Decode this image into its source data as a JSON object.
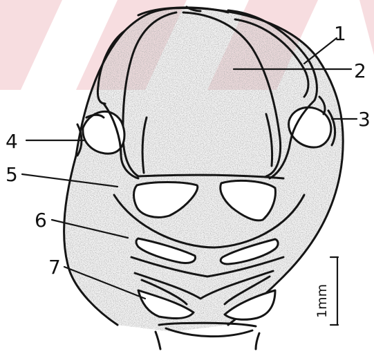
{
  "figure": {
    "labels": [
      "1",
      "2",
      "3",
      "4",
      "5",
      "6",
      "7"
    ],
    "scale_bar": {
      "text": "1mm"
    }
  },
  "colors": {
    "ink": "#151515",
    "stipple": "#a8a8a8",
    "paper": "#ffffff",
    "watermark": "#f6d9dd"
  }
}
